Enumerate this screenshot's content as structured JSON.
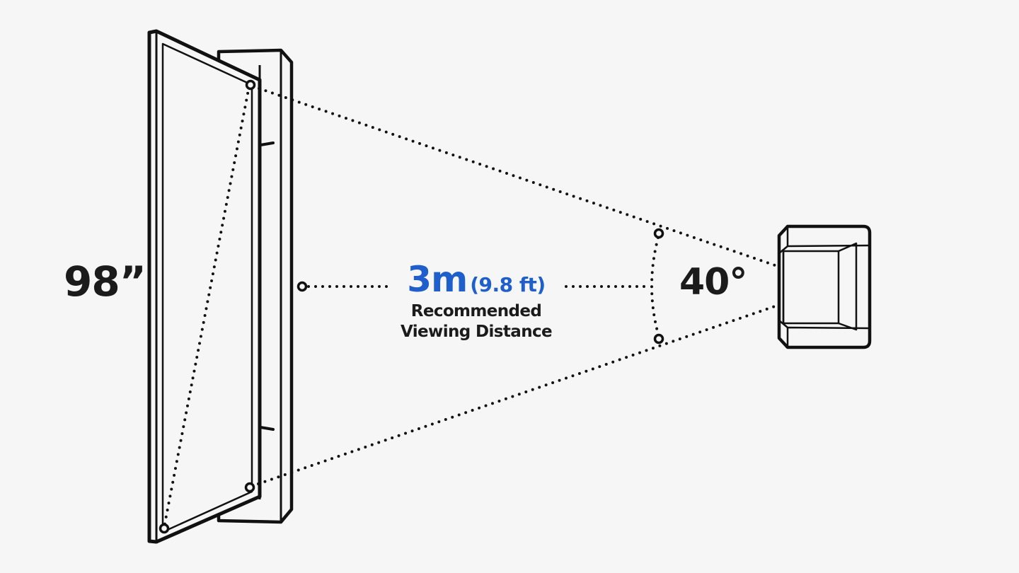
{
  "diagram": {
    "title": "Recommended Viewing Distance",
    "screen_size_label": "98”",
    "distance": {
      "metric": "3m",
      "imperial": "(9.8 ft)",
      "caption_line1": "Recommended",
      "caption_line2": "Viewing Distance"
    },
    "viewing_angle_label": "40°",
    "colors": {
      "background": "#f6f6f6",
      "line": "#111111",
      "accent_text": "#1f5fcc",
      "label_text": "#1b1b1b"
    },
    "elements": {
      "tv": "tv-side-perspective",
      "seat": "armchair-top-view"
    }
  }
}
